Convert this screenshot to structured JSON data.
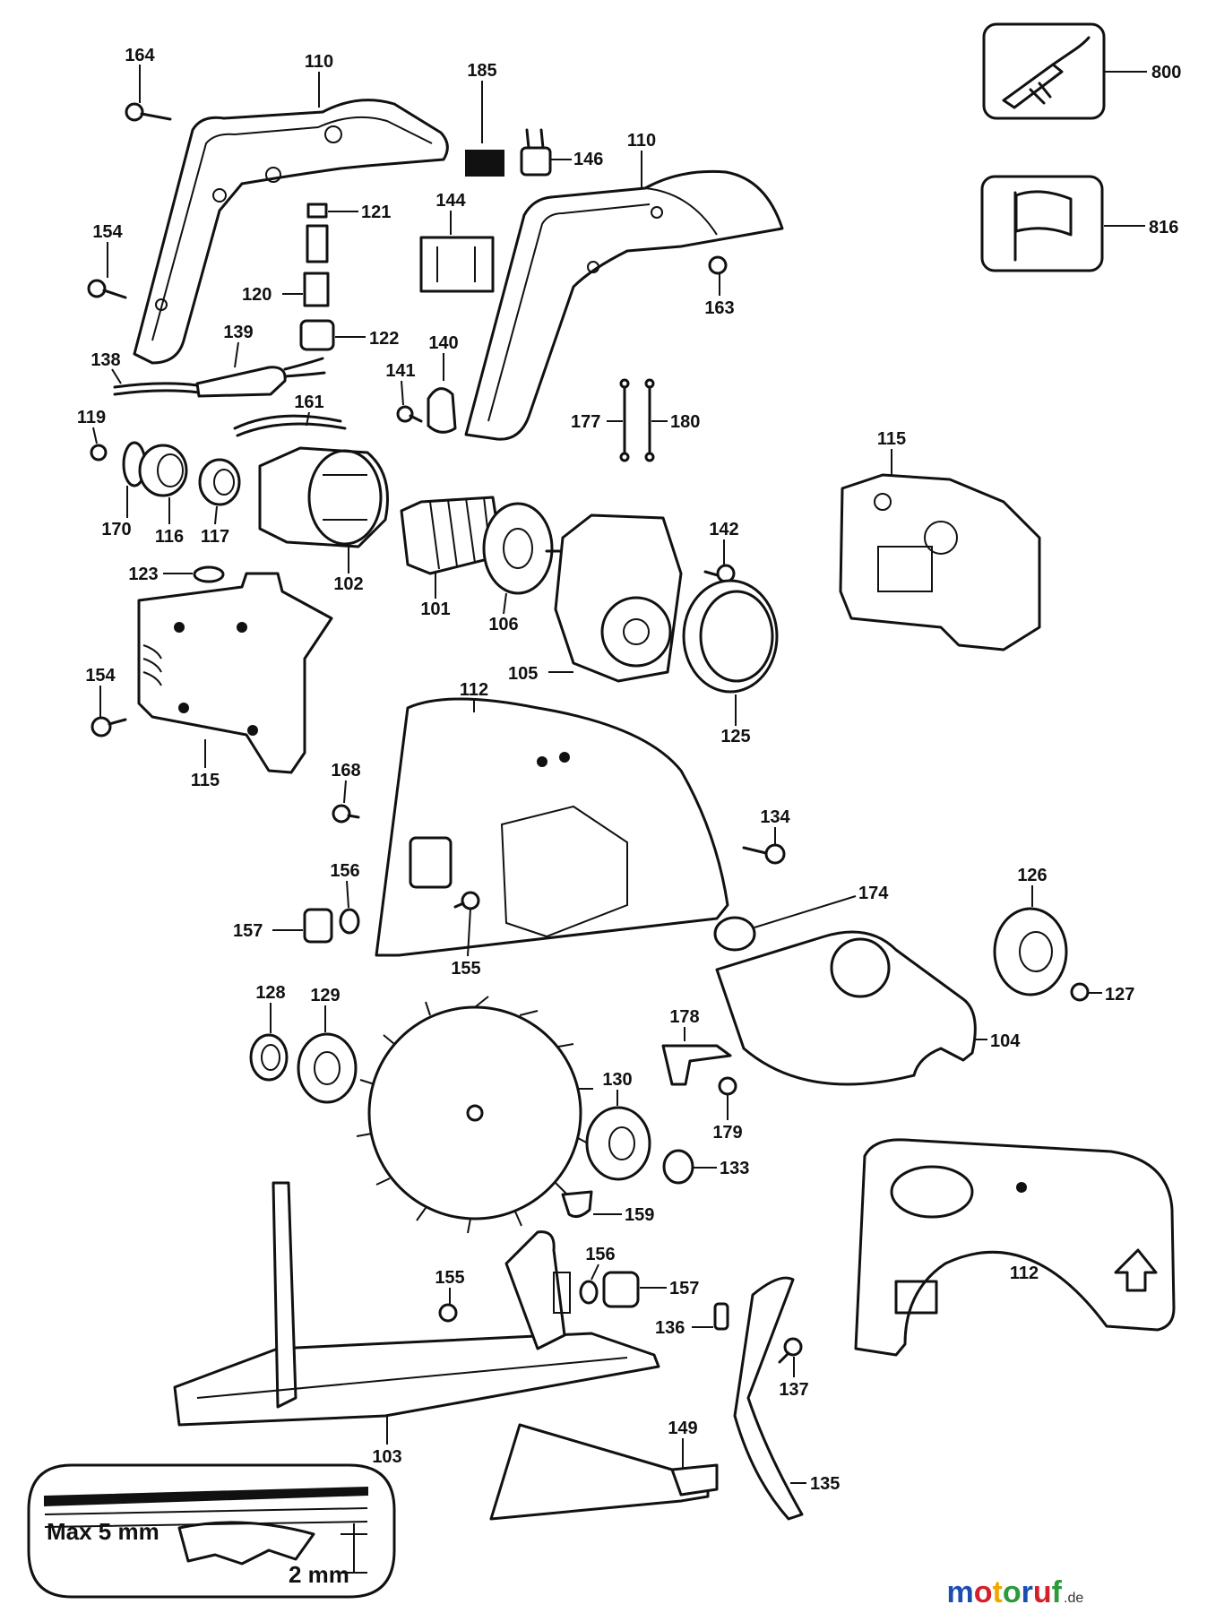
{
  "callouts": [
    {
      "id": "164",
      "label": "164"
    },
    {
      "id": "110a",
      "label": "110"
    },
    {
      "id": "185",
      "label": "185"
    },
    {
      "id": "146",
      "label": "146"
    },
    {
      "id": "110b",
      "label": "110"
    },
    {
      "id": "800",
      "label": "800"
    },
    {
      "id": "154a",
      "label": "154"
    },
    {
      "id": "121",
      "label": "121"
    },
    {
      "id": "144",
      "label": "144"
    },
    {
      "id": "816",
      "label": "816"
    },
    {
      "id": "120",
      "label": "120"
    },
    {
      "id": "163",
      "label": "163"
    },
    {
      "id": "139",
      "label": "139"
    },
    {
      "id": "122",
      "label": "122"
    },
    {
      "id": "140",
      "label": "140"
    },
    {
      "id": "138",
      "label": "138"
    },
    {
      "id": "141",
      "label": "141"
    },
    {
      "id": "161",
      "label": "161"
    },
    {
      "id": "119",
      "label": "119"
    },
    {
      "id": "177",
      "label": "177"
    },
    {
      "id": "180",
      "label": "180"
    },
    {
      "id": "115a",
      "label": "115"
    },
    {
      "id": "170",
      "label": "170"
    },
    {
      "id": "116",
      "label": "116"
    },
    {
      "id": "117",
      "label": "117"
    },
    {
      "id": "102",
      "label": "102"
    },
    {
      "id": "101",
      "label": "101"
    },
    {
      "id": "106",
      "label": "106"
    },
    {
      "id": "142",
      "label": "142"
    },
    {
      "id": "123",
      "label": "123"
    },
    {
      "id": "154b",
      "label": "154"
    },
    {
      "id": "105",
      "label": "105"
    },
    {
      "id": "125",
      "label": "125"
    },
    {
      "id": "112a",
      "label": "112"
    },
    {
      "id": "115b",
      "label": "115"
    },
    {
      "id": "168",
      "label": "168"
    },
    {
      "id": "134",
      "label": "134"
    },
    {
      "id": "156a",
      "label": "156"
    },
    {
      "id": "174",
      "label": "174"
    },
    {
      "id": "126",
      "label": "126"
    },
    {
      "id": "157a",
      "label": "157"
    },
    {
      "id": "155a",
      "label": "155"
    },
    {
      "id": "127",
      "label": "127"
    },
    {
      "id": "128",
      "label": "128"
    },
    {
      "id": "129",
      "label": "129"
    },
    {
      "id": "178",
      "label": "178"
    },
    {
      "id": "104",
      "label": "104"
    },
    {
      "id": "130",
      "label": "130"
    },
    {
      "id": "179",
      "label": "179"
    },
    {
      "id": "133",
      "label": "133"
    },
    {
      "id": "159",
      "label": "159"
    },
    {
      "id": "156b",
      "label": "156"
    },
    {
      "id": "155b",
      "label": "155"
    },
    {
      "id": "157b",
      "label": "157"
    },
    {
      "id": "112b",
      "label": "112"
    },
    {
      "id": "136",
      "label": "136"
    },
    {
      "id": "137",
      "label": "137"
    },
    {
      "id": "149",
      "label": "149"
    },
    {
      "id": "103",
      "label": "103"
    },
    {
      "id": "135",
      "label": "135"
    }
  ],
  "inset": {
    "depth_label": "Max 5 mm",
    "gap_label": "2 mm"
  },
  "watermark": {
    "brand": "motoruf",
    "tld": ".de",
    "colors": [
      "#1a4fb0",
      "#d4202a",
      "#f0a800",
      "#2a9a3a",
      "#1a4fb0",
      "#d4202a",
      "#2a9a3a"
    ]
  }
}
